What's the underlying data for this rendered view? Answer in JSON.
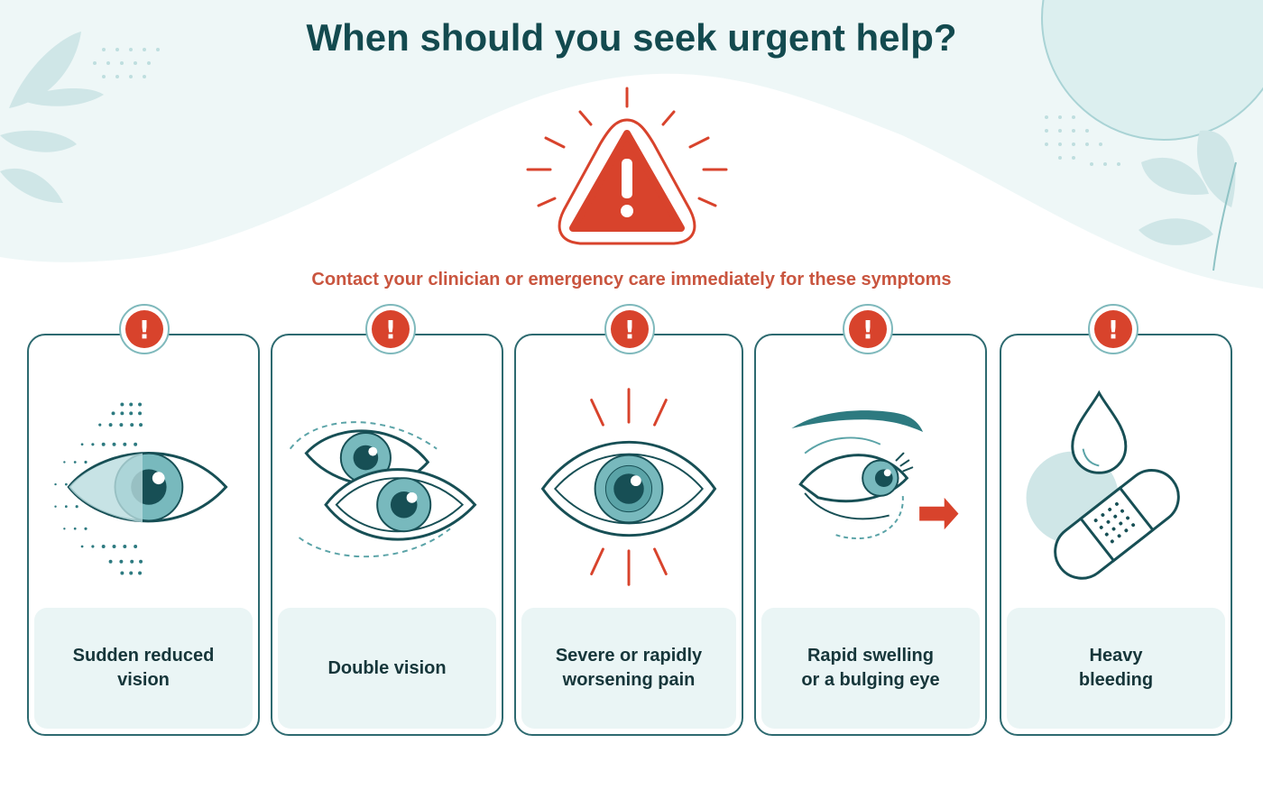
{
  "title": "When should you seek urgent help?",
  "subtitle": "Contact your clinician or emergency care immediately for these symptoms",
  "colors": {
    "teal_dark": "#134a4f",
    "accent_red": "#d8432c",
    "subtitle_red": "#c9553f",
    "card_fill": "#eaf5f5"
  },
  "hero_icon": "warning-triangle-icon",
  "badge_symbol": "!",
  "cards": [
    {
      "icon": "reduced-vision-eye-icon",
      "label": "Sudden reduced\nvision"
    },
    {
      "icon": "double-vision-eyes-icon",
      "label": "Double vision"
    },
    {
      "icon": "painful-eye-icon",
      "label": "Severe or rapidly\nworsening pain"
    },
    {
      "icon": "swollen-bulging-eye-icon",
      "label": "Rapid swelling\nor a bulging eye"
    },
    {
      "icon": "blood-drop-bandage-icon",
      "label": "Heavy\nbleeding"
    }
  ]
}
